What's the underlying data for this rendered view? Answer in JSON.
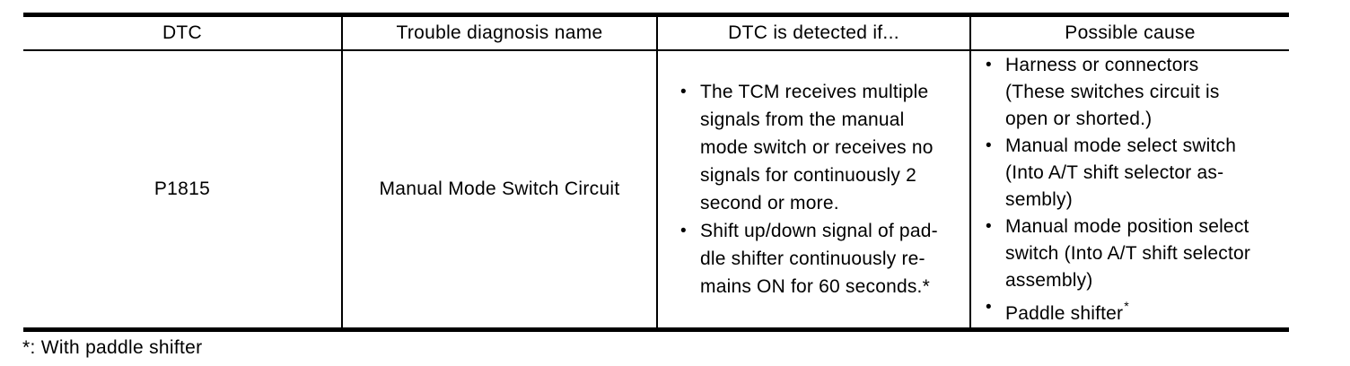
{
  "colors": {
    "text": "#000000",
    "border": "#000000",
    "background": "#ffffff"
  },
  "table": {
    "headers": [
      {
        "label": "DTC"
      },
      {
        "label": "Trouble diagnosis name"
      },
      {
        "label": "DTC is detected if..."
      },
      {
        "label": "Possible cause"
      }
    ],
    "row": {
      "dtc": "P1815",
      "trouble_diagnosis_name": "Manual Mode Switch Circuit",
      "dtc_detected_if": [
        {
          "lines": [
            "The TCM receives multiple",
            "signals from the manual",
            "mode switch or receives no",
            "signals for continuously 2",
            "second or more."
          ]
        },
        {
          "lines": [
            "Shift up/down signal of pad-",
            "dle shifter continuously re-",
            "mains ON for 60 seconds.*"
          ]
        }
      ],
      "possible_cause": [
        {
          "lines": [
            "Harness or connectors",
            "(These switches circuit is",
            "open or shorted.)"
          ]
        },
        {
          "lines": [
            "Manual mode select switch",
            "(Into A/T shift selector as-",
            "sembly)"
          ]
        },
        {
          "lines": [
            "Manual mode position select",
            "switch (Into A/T shift selector",
            "assembly)"
          ]
        },
        {
          "lines": [
            "Paddle shifter"
          ],
          "sup": "*"
        }
      ]
    },
    "footnote": "*: With paddle shifter"
  }
}
